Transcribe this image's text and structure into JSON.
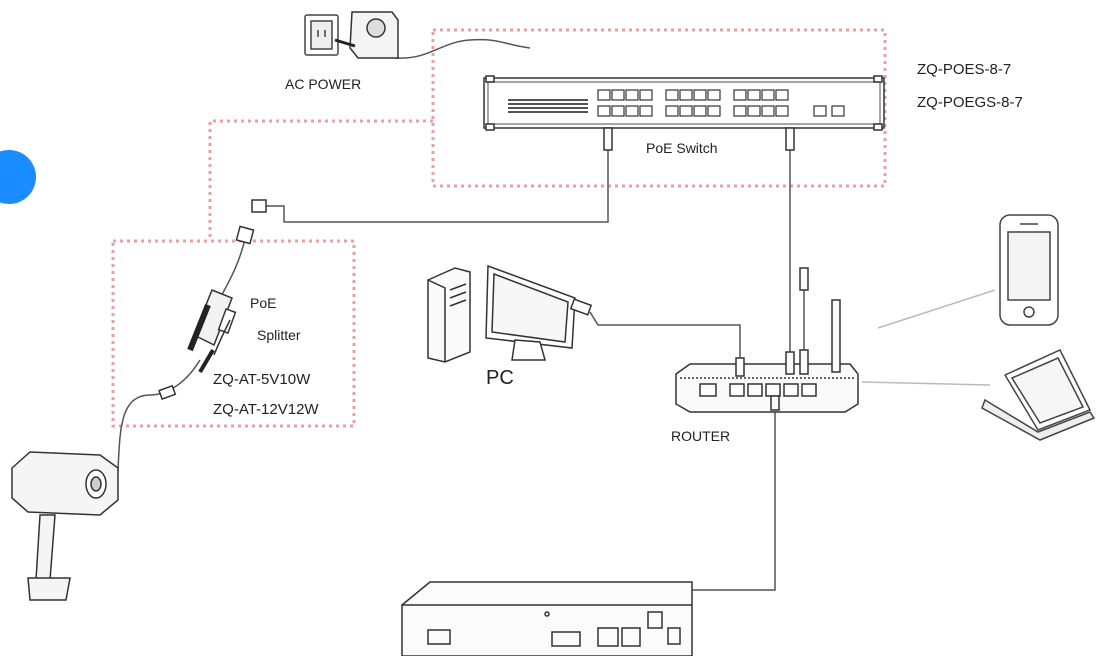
{
  "labels": {
    "ac_power": "AC POWER",
    "model_switch_1": "ZQ-POES-8-7",
    "model_switch_2": "ZQ-POEGS-8-7",
    "poe_switch": "PoE Switch",
    "poe": "PoE",
    "splitter": "Splitter",
    "model_splitter_1": "ZQ-AT-5V10W",
    "model_splitter_2": "ZQ-AT-12V12W",
    "pc": "PC",
    "router": "ROUTER"
  },
  "colors": {
    "dashed_box": "#e8a0a0",
    "line": "#555555",
    "accent_dot": "#1a8cff"
  },
  "icons": [
    "wall-outlet-icon",
    "power-adapter-icon",
    "poe-switch-icon",
    "poe-splitter-icon",
    "ip-camera-icon",
    "pc-tower-icon",
    "monitor-icon",
    "router-icon",
    "smartphone-icon",
    "laptop-icon",
    "nvr-icon"
  ]
}
